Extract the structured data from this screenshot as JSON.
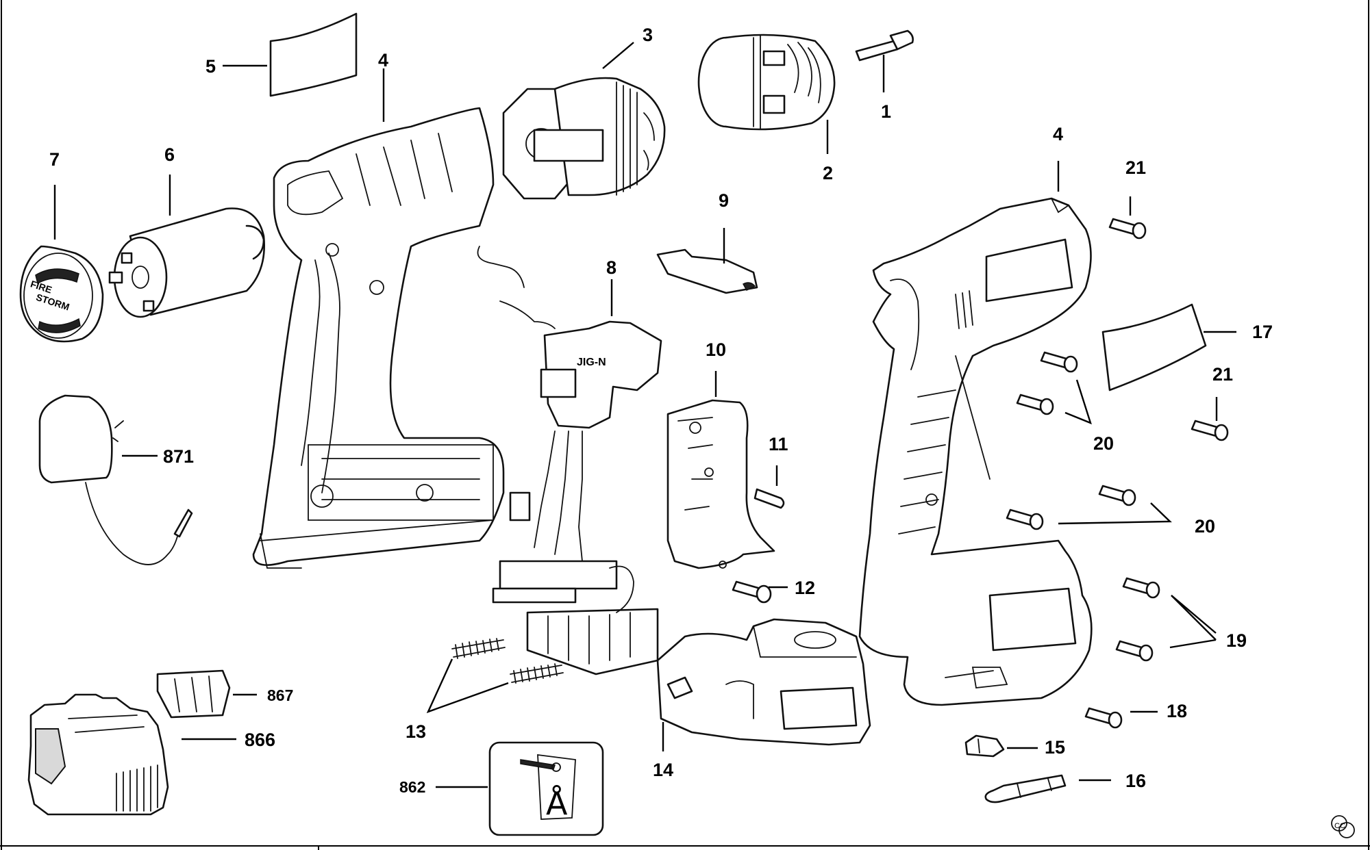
{
  "callouts": {
    "c1": "1",
    "c2": "2",
    "c3": "3",
    "c4a": "4",
    "c4b": "4",
    "c5": "5",
    "c6": "6",
    "c7": "7",
    "c8": "8",
    "c9": "9",
    "c10": "10",
    "c11": "11",
    "c12": "12",
    "c13": "13",
    "c14": "14",
    "c15": "15",
    "c16": "16",
    "c17": "17",
    "c18": "18",
    "c19": "19",
    "c20a": "20",
    "c20b": "20",
    "c21a": "21",
    "c21b": "21",
    "c862": "862",
    "c866": "866",
    "c867": "867",
    "c871": "871"
  },
  "end_cap_logo": {
    "line1": "FIRE",
    "line2": "STORM"
  },
  "switch_marking": "JIG-N",
  "notice_symbol": "Å",
  "corner_mark": "CC"
}
